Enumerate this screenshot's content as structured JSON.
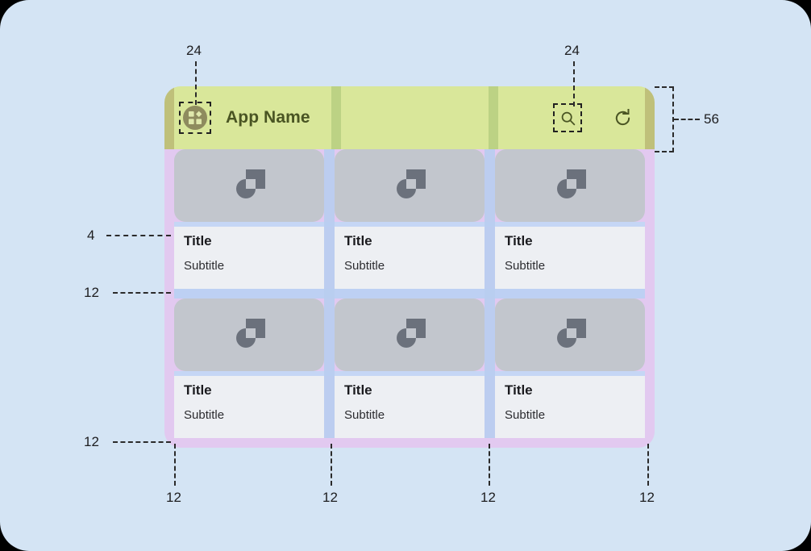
{
  "canvas": {
    "background_color": "#d4e4f4",
    "corner_radius": "36"
  },
  "appbar": {
    "title": "App Name",
    "background_color": "#d9e79a",
    "title_color": "#4a5523",
    "height": "56",
    "menu_icon": "grid-dashboard-icon",
    "search_icon": "search-icon",
    "refresh_icon": "refresh-icon"
  },
  "grid": {
    "columns": 3,
    "rows": 2,
    "gutter": "12",
    "cards": [
      {
        "title": "Title",
        "subtitle": "Subtitle",
        "image_icon": "image-placeholder-icon"
      },
      {
        "title": "Title",
        "subtitle": "Subtitle",
        "image_icon": "image-placeholder-icon"
      },
      {
        "title": "Title",
        "subtitle": "Subtitle",
        "image_icon": "image-placeholder-icon"
      },
      {
        "title": "Title",
        "subtitle": "Subtitle",
        "image_icon": "image-placeholder-icon"
      },
      {
        "title": "Title",
        "subtitle": "Subtitle",
        "image_icon": "image-placeholder-icon"
      },
      {
        "title": "Title",
        "subtitle": "Subtitle",
        "image_icon": "image-placeholder-icon"
      }
    ]
  },
  "annotations": {
    "menu_touch_target": "24",
    "search_touch_target": "24",
    "appbar_height": "56",
    "image_to_title_gap": "4",
    "row_gap": "12",
    "bottom_padding": "12",
    "left_padding": "12",
    "column_gap_1": "12",
    "column_gap_2": "12",
    "right_padding": "12"
  }
}
